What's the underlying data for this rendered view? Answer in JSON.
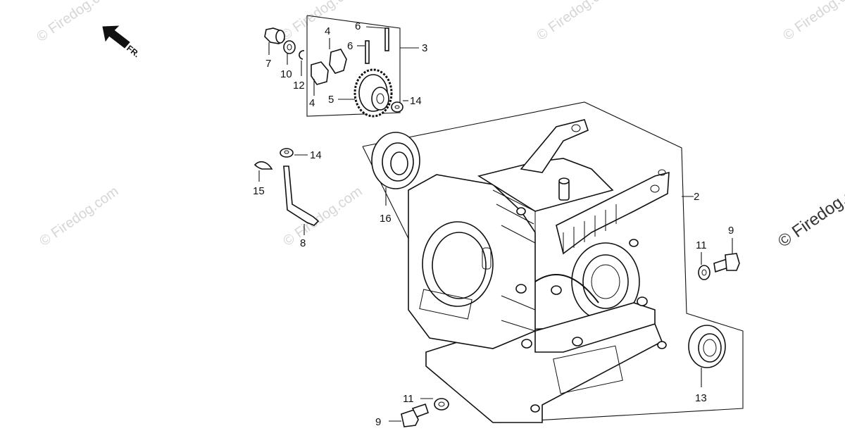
{
  "watermark": "© Firedog.com",
  "direction": {
    "label": "FR.",
    "icon": "front-direction-arrow-icon"
  },
  "parts": {
    "crankcase": "2",
    "governor_assembly": "3",
    "governor_holder": "4",
    "governor_gear": "5",
    "governor_pin": "6",
    "governor_slider": "7",
    "governor_arm_shaft": "8",
    "flange_bolt": "9",
    "thrust_washer": "10",
    "sealing_washer": "11",
    "circlip": "12",
    "oil_seal": "13",
    "washer": "14",
    "r_clip": "15",
    "ball_bearing": "16"
  }
}
